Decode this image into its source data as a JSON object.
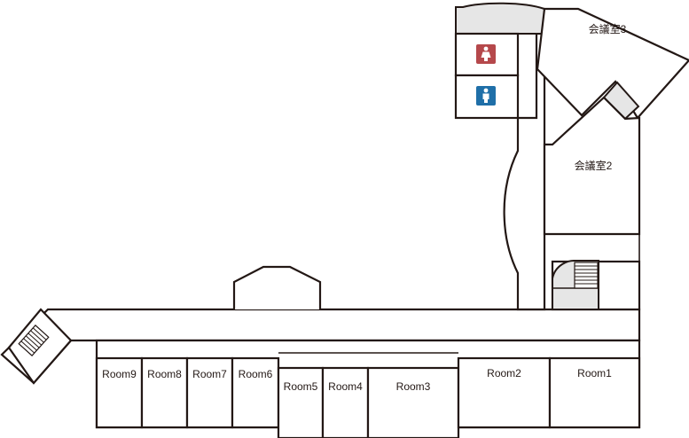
{
  "colors": {
    "wall": "#231815",
    "female_restroom": "#b5484b",
    "male_restroom": "#1f6fa8",
    "stair_fill": "#e6e6e6"
  },
  "icons": {
    "female": "female-restroom-icon",
    "male": "male-restroom-icon",
    "stairs": "stairs-icon"
  },
  "rooms": {
    "room1": "Room1",
    "room2": "Room2",
    "room3": "Room3",
    "room4": "Room4",
    "room5": "Room5",
    "room6": "Room6",
    "room7": "Room7",
    "room8": "Room8",
    "room9": "Room9",
    "meeting2": "会議室2",
    "meeting3": "会議室3"
  }
}
